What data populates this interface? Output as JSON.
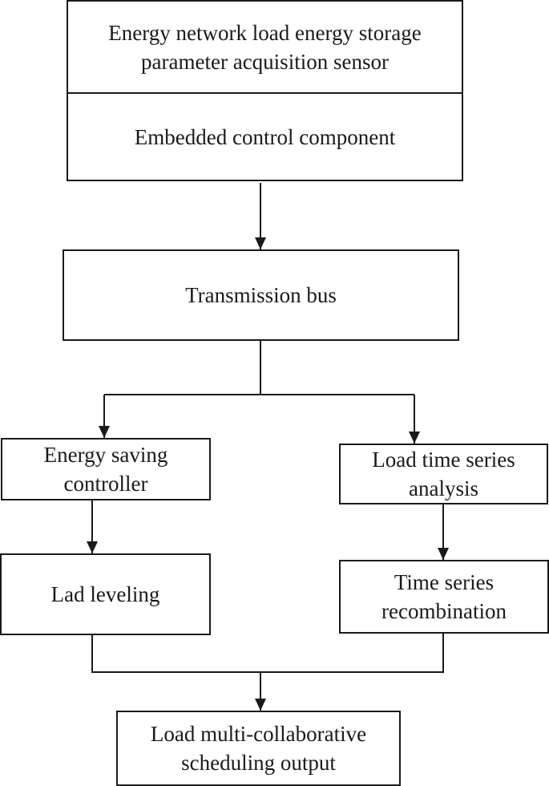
{
  "diagram": {
    "sensor_block": {
      "line1": "Energy network load energy storage",
      "line2": "parameter acquisition sensor"
    },
    "control_block": "Embedded control component",
    "bus": "Transmission bus",
    "left_branch": {
      "controller": {
        "line1": "Energy saving",
        "line2": "controller"
      },
      "leveling": "Lad leveling"
    },
    "right_branch": {
      "analysis": {
        "line1": "Load time series",
        "line2": "analysis"
      },
      "recombination": {
        "line1": "Time series",
        "line2": "recombination"
      }
    },
    "output": {
      "line1": "Load multi-collaborative",
      "line2": "scheduling output"
    }
  }
}
